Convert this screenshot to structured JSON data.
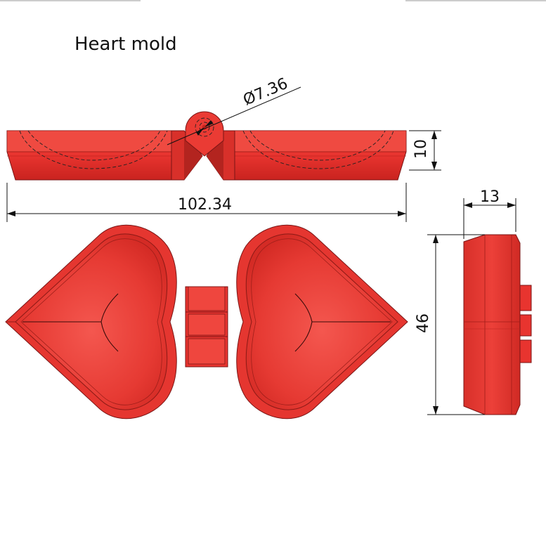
{
  "title": "Heart mold",
  "dimensions": {
    "hinge_diameter": "Ø7.36",
    "height": "10",
    "length": "102.34",
    "depth": "13",
    "width": "46"
  },
  "colors": {
    "mold": "#e8342f",
    "mold_dark": "#c8231f",
    "mold_light": "#f25a52",
    "background": "#ffffff",
    "lines": "#111111"
  }
}
